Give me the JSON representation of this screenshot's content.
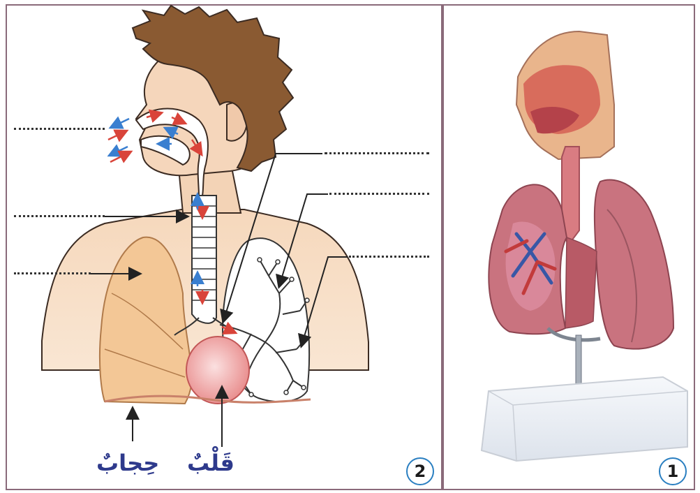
{
  "panels": {
    "left": {
      "number": "2"
    },
    "right": {
      "number": "1"
    }
  },
  "labels": {
    "heart": "قَلْبٌ",
    "diaphragm": "حِجابٌ"
  },
  "colors": {
    "panel_border": "#8a6a7a",
    "badge_border": "#2a7fc1",
    "label_text": "#2e3a8c",
    "skin": "#f3d3b6",
    "hair": "#8a5a32",
    "lung_left": "#f3c796",
    "heart": "#ef9a9a",
    "model_lung": "#c9737f",
    "model_base": "#eef1f6"
  }
}
